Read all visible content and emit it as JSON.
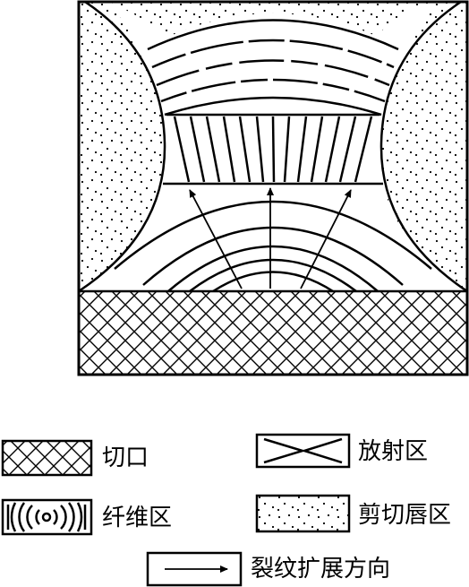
{
  "legend": {
    "notch": "切口",
    "radial": "放射区",
    "fiber": "纤维区",
    "shear_lip": "剪切唇区",
    "crack_direction": "裂纹扩展方向"
  },
  "colors": {
    "ink": "#000000",
    "paper": "#ffffff"
  }
}
